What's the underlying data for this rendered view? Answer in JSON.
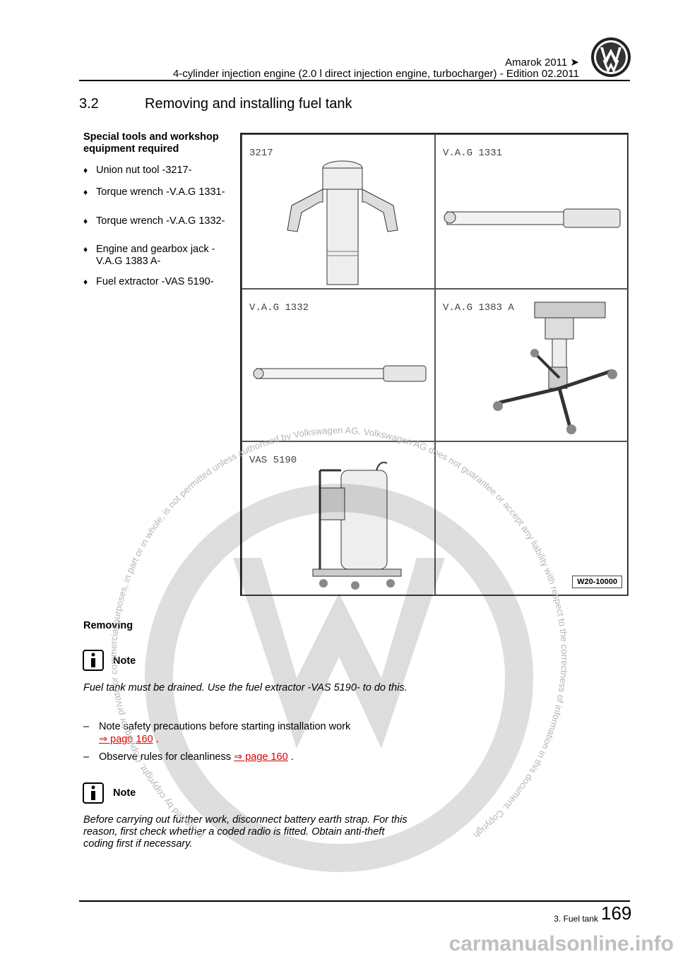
{
  "header": {
    "model": "Amarok 2011",
    "arrow": "➤",
    "subtitle": "4-cylinder injection engine (2.0 l direct injection engine, turbocharger) - Edition 02.2011"
  },
  "section": {
    "number": "3.2",
    "title": "Removing and installing fuel tank"
  },
  "tools": {
    "heading": "Special tools and workshop equipment required",
    "bullet": "♦",
    "items": [
      "Union nut tool -3217-",
      "Torque wrench -V.A.G 1331-",
      "Torque wrench -V.A.G 1332-",
      "Engine and gearbox jack - V.A.G 1383 A-",
      "Fuel extractor -VAS 5190-"
    ]
  },
  "figure": {
    "labels": [
      "3217",
      "V.A.G 1331",
      "V.A.G 1332",
      "V.A.G 1383 A",
      "VAS 5190"
    ],
    "ref": "W20-10000"
  },
  "removing": {
    "heading": "Removing",
    "note_label": "Note",
    "note1": "Fuel tank must be drained. Use the fuel extractor -VAS 5190- to do this.",
    "dash": "–",
    "step1_text": "Note safety precautions before starting installation work",
    "step1_link": "⇒ page 160",
    "step1_end": ".",
    "step2_text": "Observe rules for cleanliness",
    "step2_link": "⇒ page 160",
    "step2_end": ".",
    "note2": "Before carrying out further work, disconnect battery earth strap. For this reason, first check whether a coded radio is fitted. Obtain anti-theft coding first if necessary."
  },
  "footer": {
    "section": "3. Fuel tank",
    "page": "169"
  },
  "watermark": {
    "text": "Protected by copyright. Copying for private or commercial purposes, in part or in whole, is not permitted unless authorised by Volkswagen AG. Volkswagen AG does not guarantee or accept any liability with respect to the correctness of information in this document. Copyright by Volkswagen AG.",
    "site": "carmanualsonline.info"
  }
}
